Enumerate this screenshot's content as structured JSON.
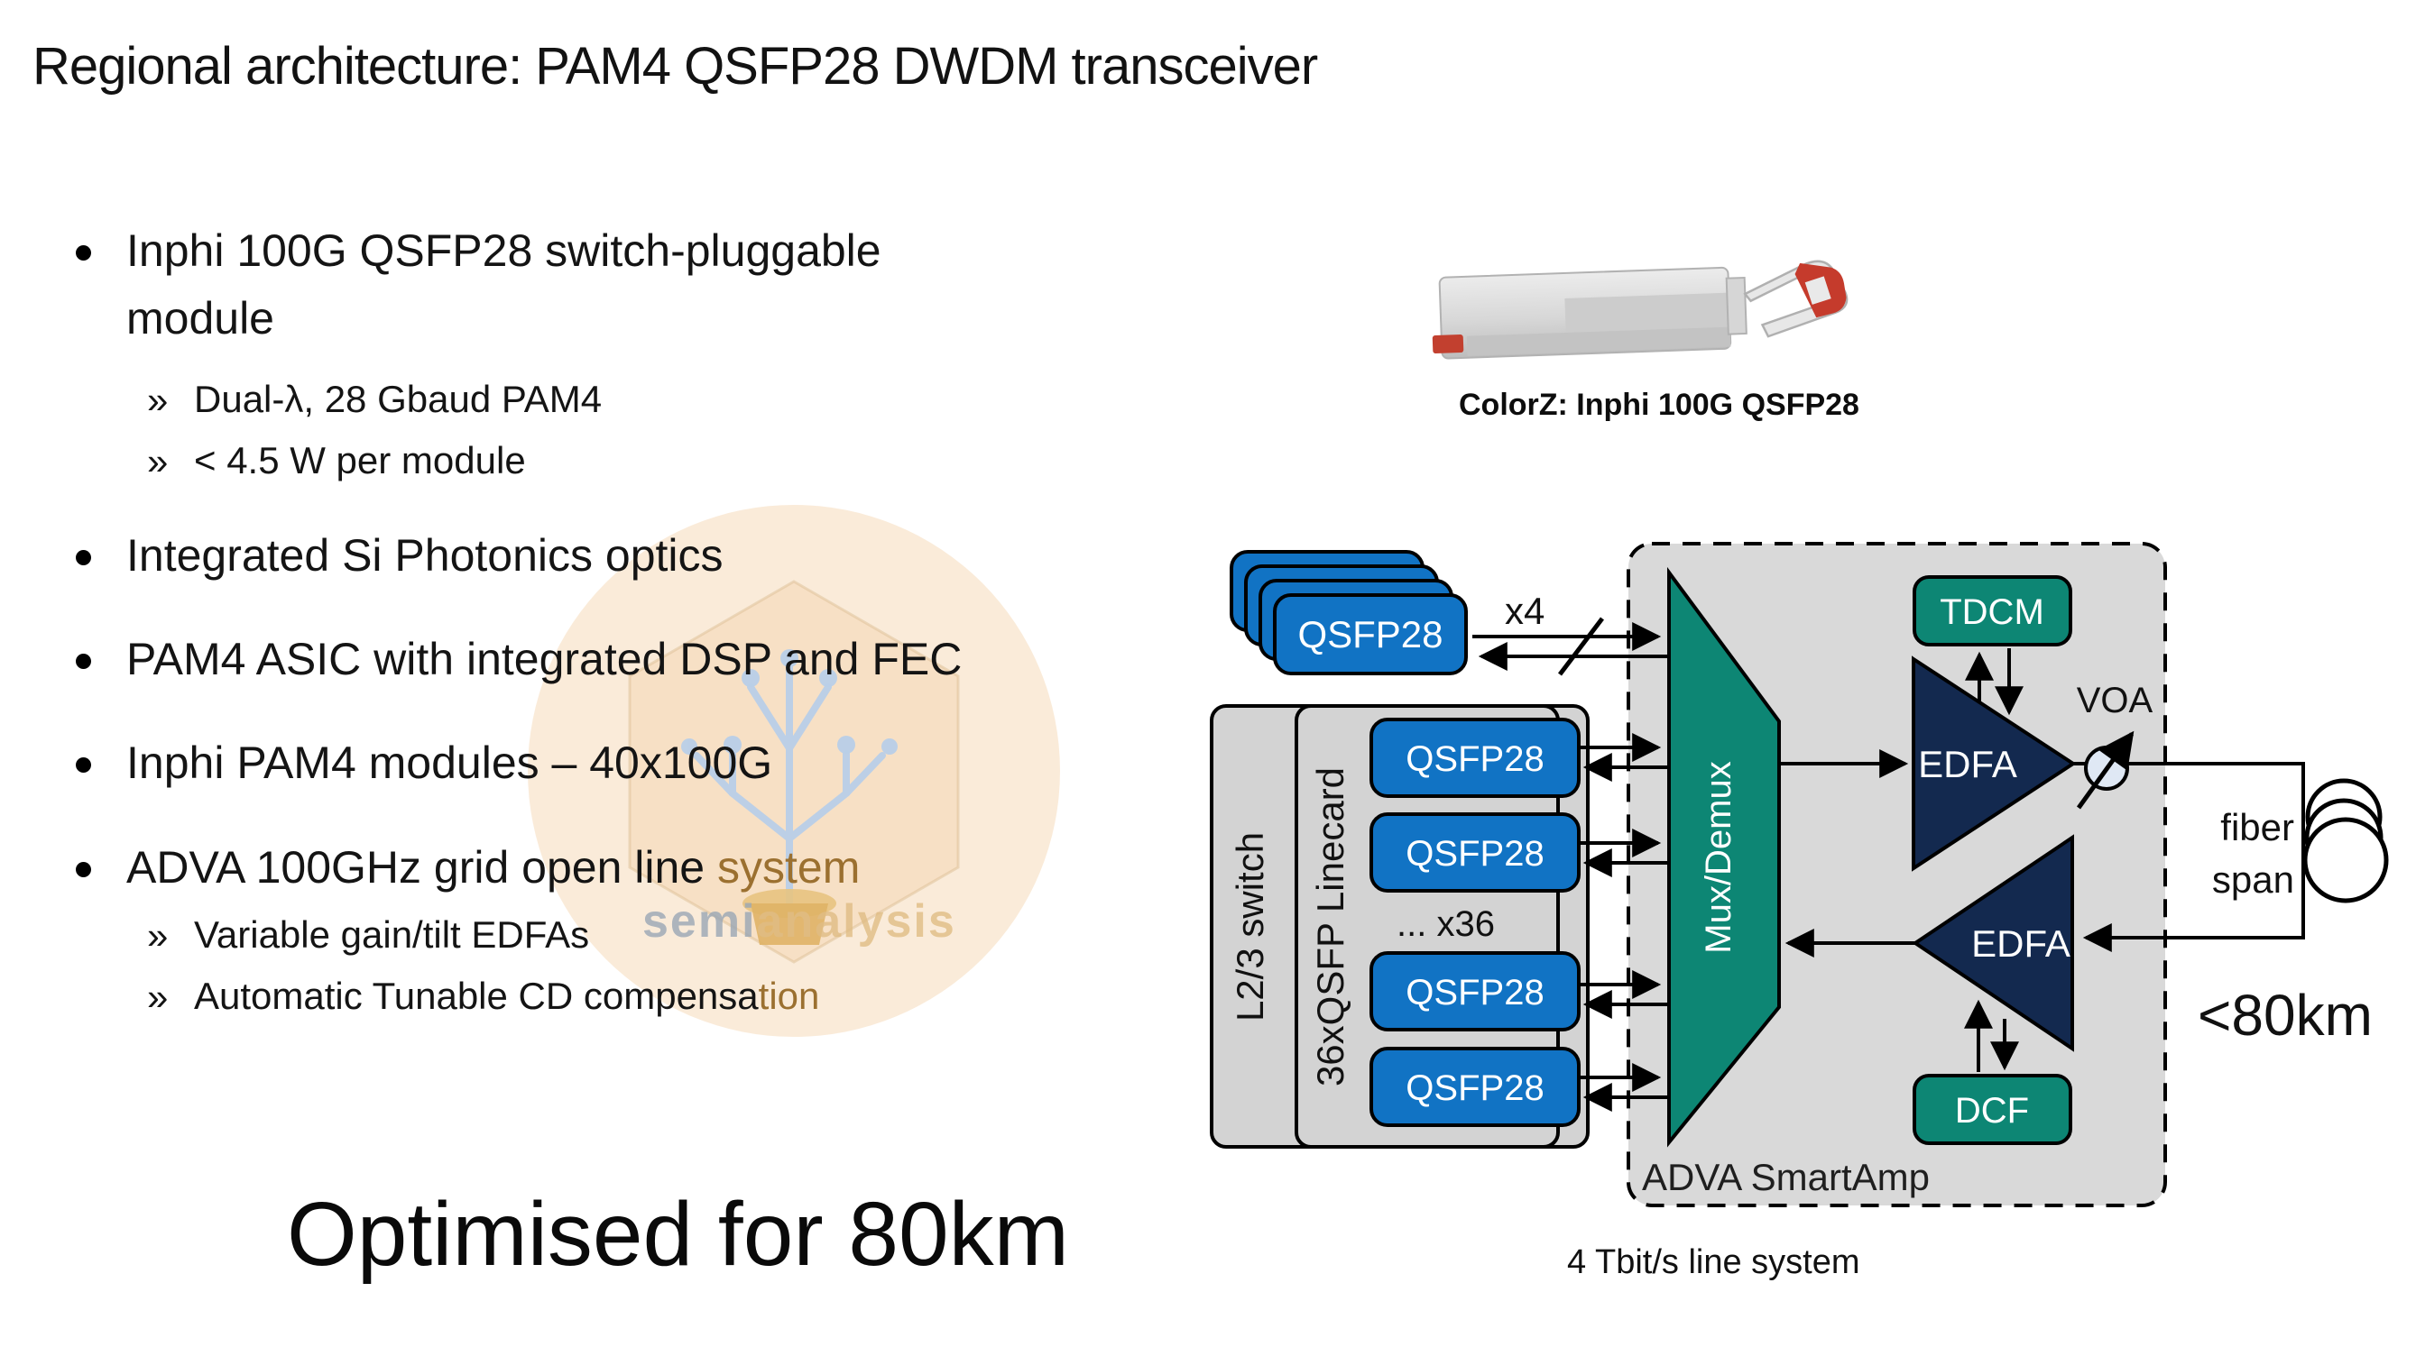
{
  "title": "Regional architecture: PAM4 QSFP28 DWDM transceiver",
  "bullets": {
    "marker": "»",
    "b1_line1": "Inphi 100G QSFP28 switch-pluggable",
    "b1_line2": "module",
    "b1_sub1": "Dual-λ, 28 Gbaud PAM4",
    "b1_sub2": "< 4.5 W per module",
    "b2": "Integrated Si Photonics optics",
    "b3": "PAM4 ASIC with integrated DSP and FEC",
    "b4": "Inphi PAM4 modules – 40x100G",
    "b5_prefix": "ADVA 100GHz grid open line ",
    "b5_highlight": "system",
    "b5_sub1": "Variable gain/tilt EDFAs",
    "b5_sub2_prefix": "Automatic Tunable CD compensa",
    "b5_sub2_highlight": "tion"
  },
  "footer_note": "Optimised for 80km",
  "photo_caption": "ColorZ: Inphi 100G QSFP28",
  "diagram": {
    "stack_module": "QSFP28",
    "stack_count": "x4",
    "switch_label": "L2/3 switch",
    "linecard_label": "36xQSFP Linecard",
    "modules": [
      "QSFP28",
      "QSFP28",
      "QSFP28",
      "QSFP28"
    ],
    "more_label": "... x36",
    "mux_label": "Mux/Demux",
    "tdcm_label": "TDCM",
    "edfa_top_label": "EDFA",
    "edfa_bottom_label": "EDFA",
    "voa_label": "VOA",
    "dcf_label": "DCF",
    "amp_label": "ADVA SmartAmp",
    "system_label": "4 Tbit/s line system",
    "fiber_line1": "fiber",
    "fiber_line2": "span",
    "distance_label": "<80km"
  },
  "watermark": {
    "part1": "semi",
    "part2": "analysis"
  },
  "colors": {
    "module_blue": "#1173c4",
    "teal": "#0d8674",
    "navy": "#13294f",
    "box_gray": "#d3d3d3",
    "amp_gray": "#d9d9d9",
    "highlight_brown": "#9b7030",
    "red_accent": "#c0392b",
    "watermark_peach": "#f8e3cb",
    "watermark_blue": "#b9cfe8",
    "watermark_gold": "#dfb266"
  }
}
